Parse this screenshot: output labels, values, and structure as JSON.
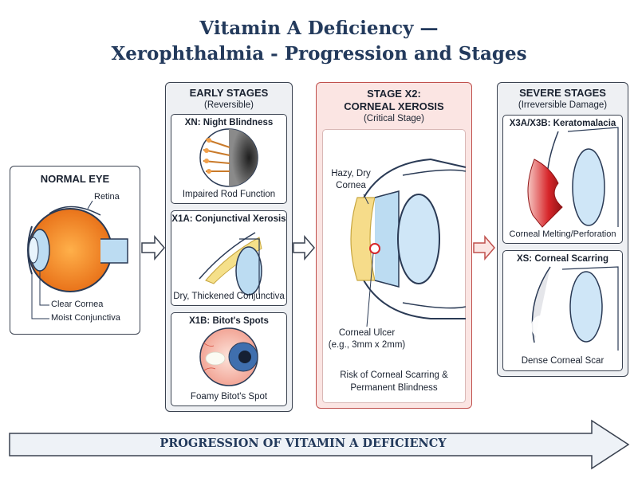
{
  "title_line1": "Vitamin A Deficiency —",
  "title_line2": "Xerophthalmia - Progression and Stages",
  "normal_eye": {
    "heading": "NORMAL EYE",
    "label_retina": "Retina",
    "label_cornea": "Clear Cornea",
    "label_conjunctiva": "Moist Conjunctiva"
  },
  "early": {
    "heading": "EARLY STAGES",
    "subheading": "(Reversible)",
    "xn": {
      "title": "XN: Night Blindness",
      "caption": "Impaired Rod Function"
    },
    "x1a": {
      "title": "X1A: Conjunctival Xerosis",
      "caption": "Dry, Thickened Conjunctiva"
    },
    "x1b": {
      "title": "X1B: Bitot's Spots",
      "caption": "Foamy Bitot's Spot"
    }
  },
  "x2": {
    "heading_line1": "STAGE X2:",
    "heading_line2": "CORNEAL XEROSIS",
    "subheading": "(Critical Stage)",
    "label_hazy_line1": "Hazy, Dry",
    "label_hazy_line2": "Cornea",
    "label_ulcer_line1": "Corneal Ulcer",
    "label_ulcer_line2": "(e.g., 3mm x 2mm)",
    "risk_line1": "Risk of Corneal Scarring &",
    "risk_line2": "Permanent Blindness"
  },
  "severe": {
    "heading": "SEVERE STAGES",
    "subheading": "(Irreversible Damage)",
    "x3": {
      "title": "X3A/X3B: Keratomalacia",
      "caption": "Corneal Melting/Perforation"
    },
    "xs": {
      "title": "XS: Corneal Scarring",
      "caption": "Dense Corneal Scar"
    }
  },
  "progression_label": "PROGRESSION OF VITAMIN A DEFICIENCY",
  "colors": {
    "panel_gray": "#eef0f3",
    "critical_pink": "#fbe5e3",
    "critical_border": "#c0504d",
    "title_navy": "#233a5c",
    "iris_orange": "#f08a2a",
    "cornea_blue": "#bcdcf2"
  }
}
